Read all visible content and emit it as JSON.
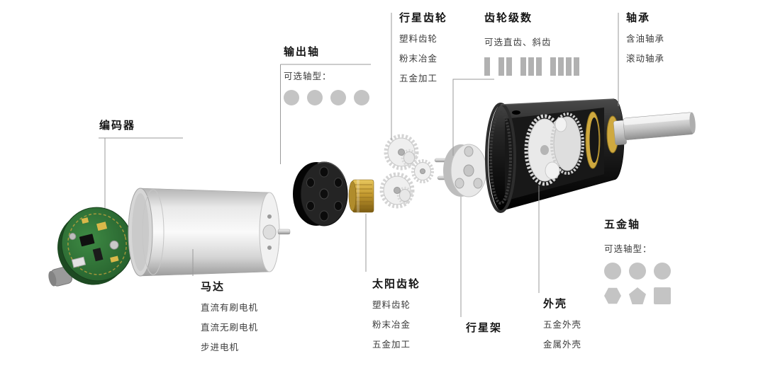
{
  "labels": {
    "encoder": {
      "title": "编码器"
    },
    "output_shaft": {
      "title": "输出轴",
      "subtitle": "可选轴型：",
      "shaft_types": [
        "circle",
        "circle",
        "circle",
        "circle"
      ]
    },
    "planetary_gear": {
      "title": "行星齿轮",
      "lines": [
        "塑料齿轮",
        "粉末冶金",
        "五金加工"
      ]
    },
    "gear_stages": {
      "title": "齿轮级数",
      "subtitle": "可选直齿、斜齿",
      "option_counts": [
        1,
        2,
        3,
        4
      ]
    },
    "bearing": {
      "title": "轴承",
      "lines": [
        "含油轴承",
        "滚动轴承"
      ]
    },
    "motor": {
      "title": "马达",
      "lines": [
        "直流有刷电机",
        "直流无刷电机",
        "步进电机"
      ]
    },
    "sun_gear": {
      "title": "太阳齿轮",
      "lines": [
        "塑料齿轮",
        "粉末冶金",
        "五金加工"
      ]
    },
    "planet_carrier": {
      "title": "行星架"
    },
    "housing": {
      "title": "外壳",
      "lines": [
        "五金外壳",
        "金属外壳"
      ]
    },
    "metal_shaft": {
      "title": "五金轴",
      "subtitle": "可选轴型：",
      "shaft_types_row1": [
        "circle",
        "circle",
        "circle"
      ],
      "shaft_types_row2": [
        "hexagon",
        "pentagon",
        "square"
      ]
    }
  },
  "colors": {
    "label_text": "#141414",
    "body_text": "#3c3c3c",
    "leader_line": "#9a9a9a",
    "brass_gold": "#c49a2f",
    "pcb_green": "#2f7a35",
    "housing_black": "#111111",
    "metal_silver": "#d9d9d9",
    "icon_gray": "#c4c4c4"
  }
}
